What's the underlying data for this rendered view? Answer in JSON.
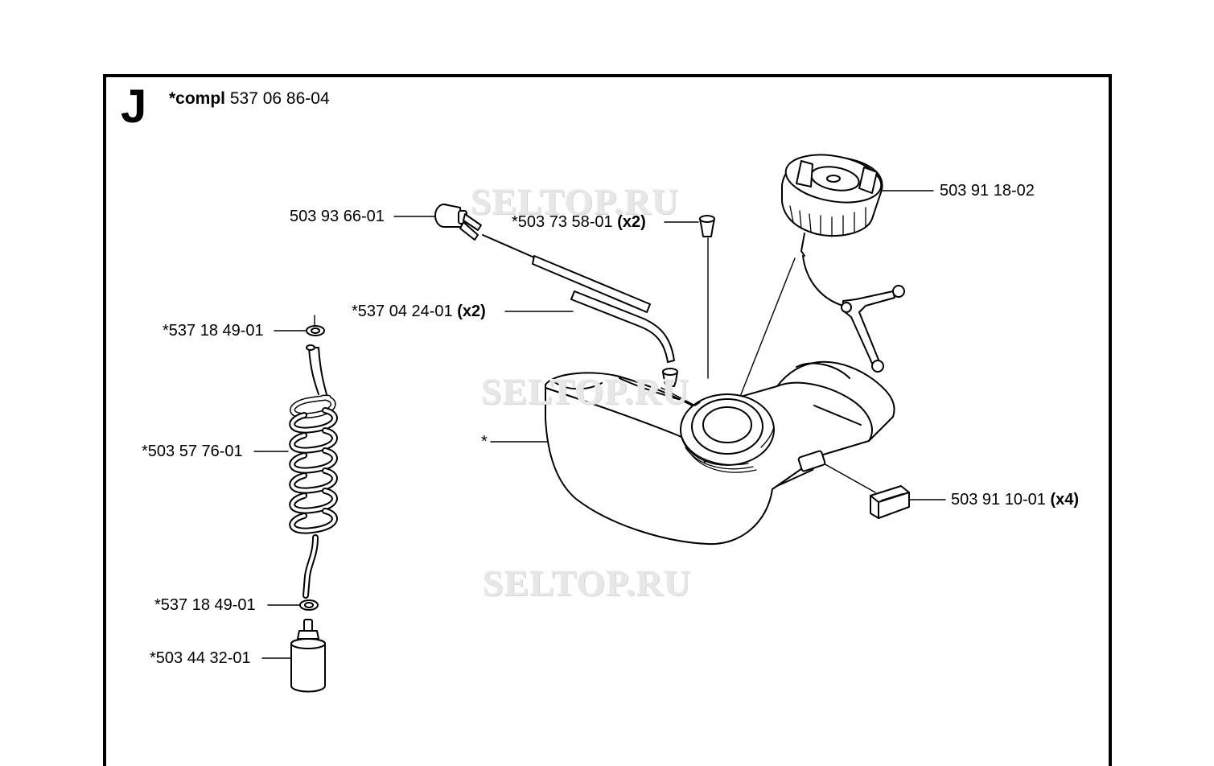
{
  "diagram": {
    "section_letter": "J",
    "assembly": {
      "prefix": "*compl",
      "number": "537 06 86-04"
    },
    "watermark": "SELTOP.RU",
    "labels": [
      {
        "id": "fuel-pipe-nipple",
        "number": "503 93 66-01",
        "qty": ""
      },
      {
        "id": "valve",
        "number": "*503 73 58-01",
        "qty": "(x2)"
      },
      {
        "id": "fuel-cap",
        "number": "503 91 18-02",
        "qty": ""
      },
      {
        "id": "fuel-hose",
        "number": "*537 04 24-01",
        "qty": "(x2)"
      },
      {
        "id": "washer-top",
        "number": "*537 18 49-01",
        "qty": ""
      },
      {
        "id": "coil-hose",
        "number": "*503 57 76-01",
        "qty": ""
      },
      {
        "id": "fuel-tank",
        "number": "*",
        "qty": ""
      },
      {
        "id": "rubber-pad",
        "number": "503 91 10-01",
        "qty": "(x4)"
      },
      {
        "id": "washer-bottom",
        "number": "*537 18 49-01",
        "qty": ""
      },
      {
        "id": "fuel-filter",
        "number": "*503 44 32-01",
        "qty": ""
      }
    ]
  }
}
